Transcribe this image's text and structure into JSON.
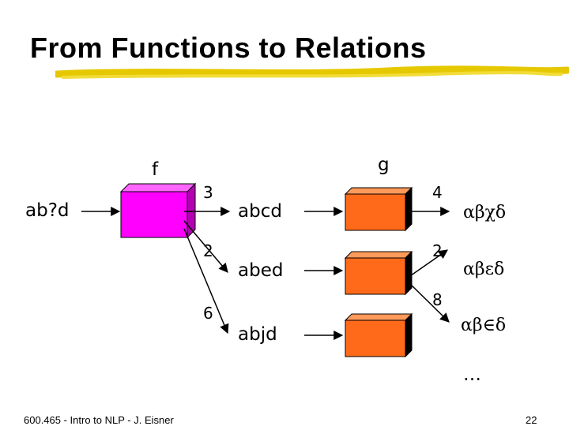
{
  "title": "From Functions to Relations",
  "colors": {
    "underline": "#e6c800",
    "box_f": "#ff00ff",
    "box_g": "#ff6a1a"
  },
  "diagram": {
    "input": "ab?d",
    "f_label": "f",
    "g_label": "g",
    "f_outputs": [
      {
        "weight": "3",
        "string": "abcd"
      },
      {
        "weight": "2",
        "string": "abed"
      },
      {
        "weight": "6",
        "string": "abjd"
      }
    ],
    "g_outputs": [
      {
        "weight": "4",
        "string": "αβχδ"
      },
      {
        "weight": "2",
        "string": "αβεδ"
      },
      {
        "weight": "8",
        "string": "αβ∈δ"
      }
    ],
    "ellipsis": "…"
  },
  "footer": {
    "course": "600.465 - Intro to NLP - J. Eisner",
    "page": "22"
  }
}
